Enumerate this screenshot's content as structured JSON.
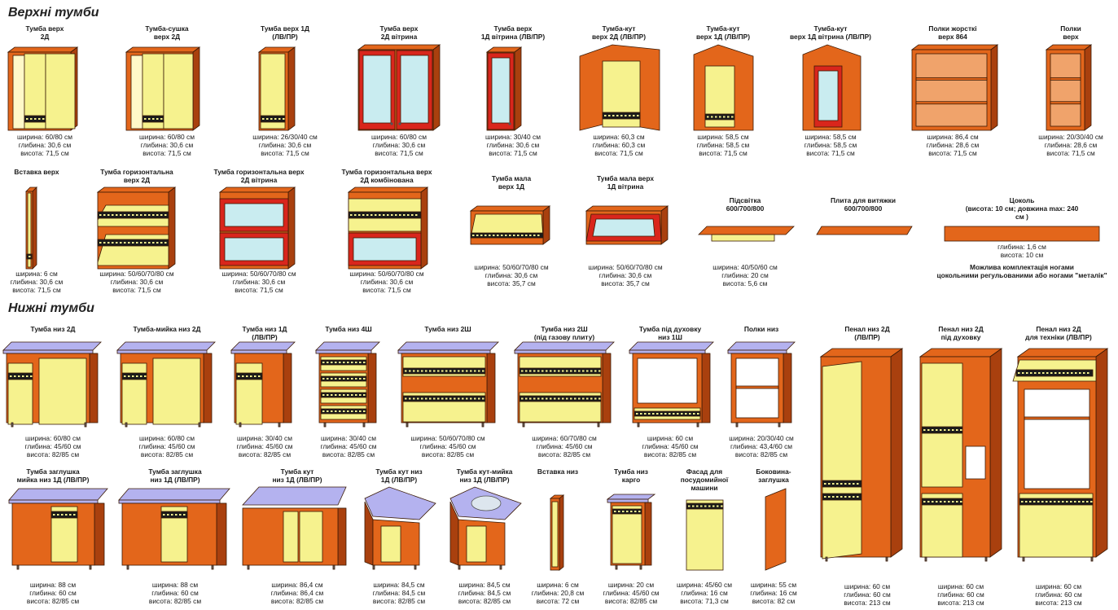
{
  "colors": {
    "orange": "#e3661b",
    "orange_dark": "#a9400e",
    "yellow": "#f6f28e",
    "red": "#d9261c",
    "glass": "#c9ecf0",
    "top": "#b4b2ef",
    "band": "#1b1b1b",
    "leg": "#6a6a6a"
  },
  "sections": {
    "upper": "Верхні тумби",
    "lower": "Нижні тумби"
  },
  "items": [
    {
      "id": "u1",
      "title": "Тумба верх\n2Д",
      "dims": "ширина: 60/80 см\nглибина: 30,6 см\nвисота: 71,5 см"
    },
    {
      "id": "u2",
      "title": "Тумба-сушка\nверх 2Д",
      "dims": "ширина: 60/80 см\nглибина: 30,6 см\nвисота: 71,5 см"
    },
    {
      "id": "u3",
      "title": "Тумба верх 1Д\n(ЛВ/ПР)",
      "dims": "ширина: 26/30/40 см\nглибина: 30,6 см\nвисота: 71,5 см"
    },
    {
      "id": "u4",
      "title": "Тумба верх\n2Д вітрина",
      "dims": "ширина: 60/80 см\nглибина: 30,6 см\nвисота: 71,5 см"
    },
    {
      "id": "u5",
      "title": "Тумба верх\n1Д вітрина (ЛВ/ПР)",
      "dims": "ширина: 30/40 см\nглибина: 30,6 см\nвисота: 71,5 см"
    },
    {
      "id": "u6",
      "title": "Тумба-кут\nверх 2Д (ЛВ/ПР)",
      "dims": "ширина: 60,3 см\nглибина: 60,3 см\nвисота: 71,5 см"
    },
    {
      "id": "u7",
      "title": "Тумба-кут\nверх 1Д (ЛВ/ПР)",
      "dims": "ширина: 58,5 см\nглибина: 58,5 см\nвисота: 71,5 см"
    },
    {
      "id": "u8",
      "title": "Тумба-кут\nверх 1Д вітрина (ЛВ/ПР)",
      "dims": "ширина: 58,5 см\nглибина: 58,5 см\nвисота: 71,5 см"
    },
    {
      "id": "u9",
      "title": "Полки жорсткі\nверх 864",
      "dims": "ширина: 86,4 см\nглибина: 28,6 см\nвисота: 71,5 см"
    },
    {
      "id": "u10",
      "title": "Полки\nверх",
      "dims": "ширина: 20/30/40 см\nглибина: 28,6 см\nвисота: 71,5 см"
    },
    {
      "id": "u11",
      "title": "Вставка верх",
      "dims": "ширина: 6 см\nглибина: 30,6 см\nвисота: 71,5 см"
    },
    {
      "id": "u12",
      "title": "Тумба горизонтальна\nверх 2Д",
      "dims": "ширина: 50/60/70/80 см\nглибина: 30,6 см\nвисота: 71,5 см"
    },
    {
      "id": "u13",
      "title": "Тумба горизонтальна верх\n2Д вітрина",
      "dims": "ширина: 50/60/70/80 см\nглибина: 30,6 см\nвисота: 71,5 см"
    },
    {
      "id": "u14",
      "title": "Тумба горизонтальна верх\n2Д комбінована",
      "dims": "ширина: 50/60/70/80 см\nглибина: 30,6 см\nвисота: 71,5 см"
    },
    {
      "id": "u15",
      "title": "Тумба мала\nверх 1Д",
      "dims": "ширина: 50/60/70/80 см\nглибина: 30,6 см\nвисота: 35,7 см"
    },
    {
      "id": "u16",
      "title": "Тумба мала верх\n1Д вітрина",
      "dims": "ширина: 50/60/70/80 см\nглибина: 30,6 см\nвисота: 35,7 см"
    },
    {
      "id": "u17",
      "title": "Підсвітка\n600/700/800",
      "dims": "ширина: 40/50/60 см\nглибина: 20 см\nвисота: 5,6 см"
    },
    {
      "id": "u18",
      "title": "Плита для витяжки\n600/700/800",
      "dims": ""
    },
    {
      "id": "u19",
      "title": "Цоколь\n(висота: 10 см; довжина max: 240 см )",
      "dims": "глибина: 1,6 см\nвисота: 10 см"
    },
    {
      "id": "l1",
      "title": "Тумба низ 2Д",
      "dims": "ширина: 60/80 см\nглибина: 45/60 см\nвисота: 82/85 см"
    },
    {
      "id": "l2",
      "title": "Тумба-мийка низ 2Д",
      "dims": "ширина: 60/80 см\nглибина: 45/60 см\nвисота: 82/85 см"
    },
    {
      "id": "l3",
      "title": "Тумба низ 1Д\n(ЛВ/ПР)",
      "dims": "ширина: 30/40 см\nглибина: 45/60 см\nвисота: 82/85 см"
    },
    {
      "id": "l4",
      "title": "Тумба низ 4Ш",
      "dims": "ширина: 30/40 см\nглибина: 45/60 см\nвисота: 82/85 см"
    },
    {
      "id": "l5",
      "title": "Тумба низ 2Ш",
      "dims": "ширина: 50/60/70/80 см\nглибина: 45/60 см\nвисота: 82/85 см"
    },
    {
      "id": "l6",
      "title": "Тумба низ 2Ш\n(під газову плиту)",
      "dims": "ширина: 60/70/80 см\nглибина: 45/60 см\nвисота: 82/85 см"
    },
    {
      "id": "l7",
      "title": "Тумба під духовку\nниз 1Ш",
      "dims": "ширина: 60 см\nглибина: 45/60 см\nвисота: 82/85 см"
    },
    {
      "id": "l8",
      "title": "Полки низ",
      "dims": "ширина: 20/30/40 см\nглибина: 43,4/60 см\nвисота: 82/85 см"
    },
    {
      "id": "l9",
      "title": "Пенал низ 2Д\n(ЛВ/ПР)",
      "dims": "ширина: 60 см\nглибина: 60 см\nвисота: 213 см"
    },
    {
      "id": "l10",
      "title": "Пенал низ 2Д\nпід духовку",
      "dims": "ширина: 60 см\nглибина: 60 см\nвисота: 213 см"
    },
    {
      "id": "l11",
      "title": "Пенал низ 2Д\nдля техніки (ЛВ/ПР)",
      "dims": "ширина: 60 см\nглибина: 60 см\nвисота: 213 см"
    },
    {
      "id": "l12",
      "title": "Тумба заглушка\nмийка низ 1Д (ЛВ/ПР)",
      "dims": "ширина: 88 см\nглибина: 60 см\nвисота: 82/85 см"
    },
    {
      "id": "l13",
      "title": "Тумба заглушка\nниз 1Д (ЛВ/ПР)",
      "dims": "ширина: 88 см\nглибина: 60 см\nвисота: 82/85 см"
    },
    {
      "id": "l14",
      "title": "Тумба кут\nниз 1Д (ЛВ/ПР)",
      "dims": "ширина: 86,4 см\nглибина: 86,4 см\nвисота: 82/85 см"
    },
    {
      "id": "l15",
      "title": "Тумба кут низ\n1Д (ЛВ/ПР)",
      "dims": "ширина: 84,5 см\nглибина: 84,5 см\nвисота: 82/85 см"
    },
    {
      "id": "l16",
      "title": "Тумба кут-мийка\nниз 1Д (ЛВ/ПР)",
      "dims": "ширина: 84,5 см\nглибина: 84,5 см\nвисота: 82/85 см"
    },
    {
      "id": "l17",
      "title": "Вставка низ",
      "dims": "ширина: 6 см\nглибина: 20,8 см\nвисота: 72 см"
    },
    {
      "id": "l18",
      "title": "Тумба низ\nкарго",
      "dims": "ширина: 20 см\nглибина: 45/60 см\nвисота: 82/85 см"
    },
    {
      "id": "l19",
      "title": "Фасад для\nпосудомийної\nмашини",
      "dims": "ширина: 45/60 см\nглибина: 16 см\nвисота: 71,3 см"
    },
    {
      "id": "l20",
      "title": "Боковина-\nзаглушка",
      "dims": "ширина: 55 см\nглибина: 16 см\nвисота: 82 см"
    }
  ],
  "note": "Можлива комплектація ногами\nцокольними регульованими або ногами \"металік\""
}
